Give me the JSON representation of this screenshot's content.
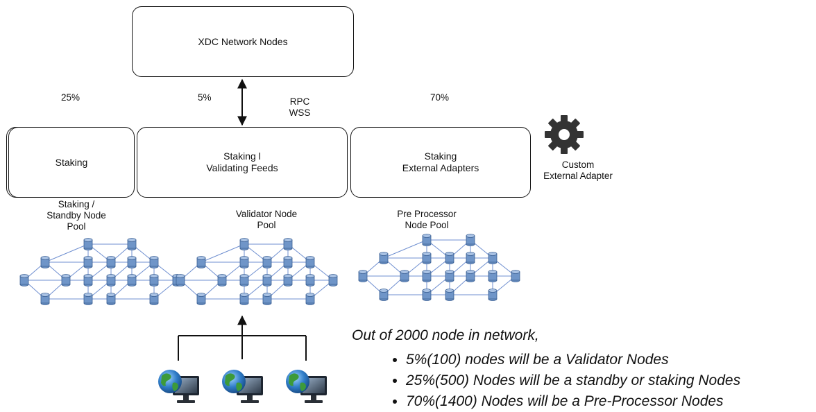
{
  "top_node": {
    "label": "XDC Network Nodes"
  },
  "connection": {
    "label": "RPC\nWSS"
  },
  "percentages": {
    "staking": "25%",
    "validating": "5%",
    "external": "70%"
  },
  "layer_boxes": [
    {
      "label": "Staking"
    },
    {
      "label": "Staking l\nValidating Feeds"
    },
    {
      "label": "Staking\nExternal Adapters"
    }
  ],
  "custom_adapter": {
    "label": "Custom\nExternal Adapter",
    "icon": "gear-icon"
  },
  "pools": [
    {
      "label": "Staking /\nStandby Node\nPool"
    },
    {
      "label": "Validator Node\nPool"
    },
    {
      "label": "Pre Processor\nNode Pool"
    }
  ],
  "clients": {
    "icon": "globe-computer-icon",
    "count": 3
  },
  "summary": {
    "heading": "Out of 2000 node in network,",
    "items": [
      "5%(100) nodes will be a Validator Nodes",
      "25%(500) Nodes will be a standby or staking Nodes",
      "70%(1400)  Nodes will be a Pre-Processor Nodes"
    ]
  },
  "colors": {
    "node_fill": "#6f95c8",
    "node_stroke": "#3a5f93",
    "mesh_line": "#6f8fd0",
    "gear": "#333333"
  }
}
